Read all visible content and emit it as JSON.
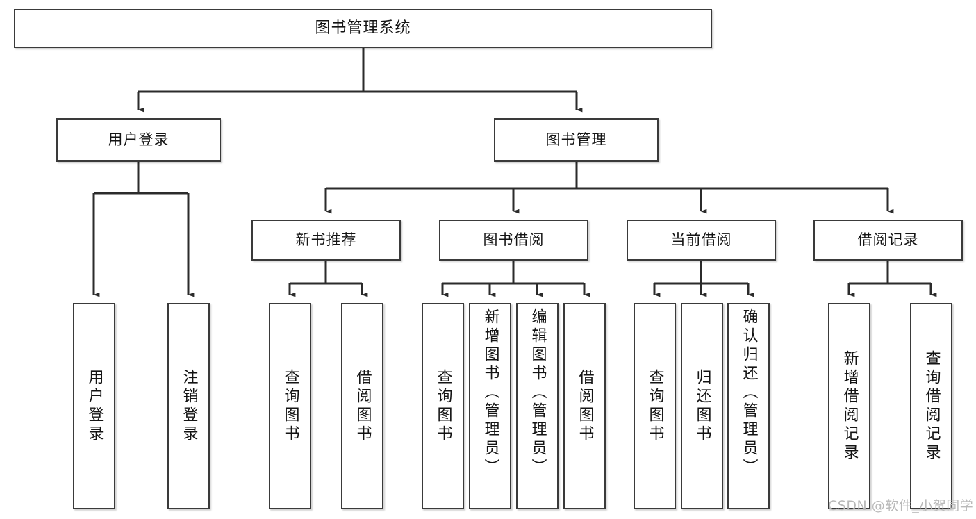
{
  "diagram": {
    "title": "图书管理系统",
    "type": "tree-hierarchy",
    "watermark": "CSDN @软件_小贺同学",
    "colors": {
      "box_border": "#3a3a3a",
      "box_fill": "#ffffff",
      "edge": "#2b2b2b",
      "text": "#141414",
      "watermark": "#b9b9b9",
      "background": "#ffffff"
    },
    "nodes": {
      "root": {
        "label": "图书管理系统",
        "level": 0,
        "orientation": "horizontal"
      },
      "l1": [
        {
          "id": "user-login",
          "label": "用户登录",
          "level": 1,
          "orientation": "horizontal"
        },
        {
          "id": "book-manage",
          "label": "图书管理",
          "level": 1,
          "orientation": "horizontal"
        }
      ],
      "l2": [
        {
          "id": "new-book-recommend",
          "label": "新书推荐",
          "level": 2,
          "orientation": "horizontal"
        },
        {
          "id": "book-borrow",
          "label": "图书借阅",
          "level": 2,
          "orientation": "horizontal"
        },
        {
          "id": "current-borrow",
          "label": "当前借阅",
          "level": 2,
          "orientation": "horizontal"
        },
        {
          "id": "borrow-record",
          "label": "借阅记录",
          "level": 2,
          "orientation": "horizontal"
        }
      ],
      "leaves": [
        {
          "id": "leaf-user-login",
          "label": "用户登录",
          "parent": "user-login",
          "orientation": "vertical"
        },
        {
          "id": "leaf-user-logout",
          "label": "注销登录",
          "parent": "user-login",
          "orientation": "vertical"
        },
        {
          "id": "leaf-query-book-1",
          "label": "查询图书",
          "parent": "new-book-recommend",
          "orientation": "vertical"
        },
        {
          "id": "leaf-borrow-book-1",
          "label": "借阅图书",
          "parent": "new-book-recommend",
          "orientation": "vertical"
        },
        {
          "id": "leaf-query-book-2",
          "label": "查询图书",
          "parent": "book-borrow",
          "orientation": "vertical"
        },
        {
          "id": "leaf-add-book",
          "label": "新增图书（管理员）",
          "parent": "book-borrow",
          "orientation": "vertical"
        },
        {
          "id": "leaf-edit-book",
          "label": "编辑图书（管理员）",
          "parent": "book-borrow",
          "orientation": "vertical"
        },
        {
          "id": "leaf-borrow-book-2",
          "label": "借阅图书",
          "parent": "book-borrow",
          "orientation": "vertical"
        },
        {
          "id": "leaf-query-book-3",
          "label": "查询图书",
          "parent": "current-borrow",
          "orientation": "vertical"
        },
        {
          "id": "leaf-return-book",
          "label": "归还图书",
          "parent": "current-borrow",
          "orientation": "vertical"
        },
        {
          "id": "leaf-confirm-return",
          "label": "确认归还（管理员）",
          "parent": "current-borrow",
          "orientation": "vertical"
        },
        {
          "id": "leaf-add-record",
          "label": "新增借阅记录",
          "parent": "borrow-record",
          "orientation": "vertical"
        },
        {
          "id": "leaf-query-record",
          "label": "查询借阅记录",
          "parent": "borrow-record",
          "orientation": "vertical"
        }
      ]
    }
  }
}
